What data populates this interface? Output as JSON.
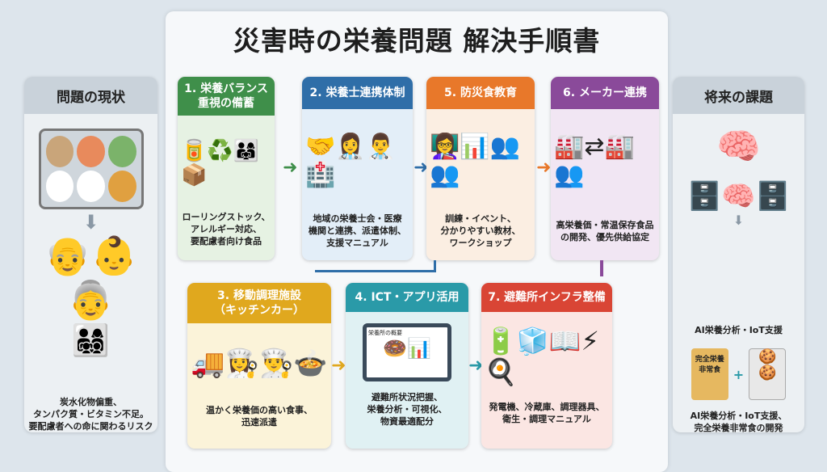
{
  "title": "災害時の栄養問題 解決手順書",
  "left": {
    "header": "問題の現状",
    "text": [
      "炭水化物偏重、",
      "タンパク質・ビタミン不足。",
      "要配慮者への命に関わるリスク"
    ]
  },
  "right": {
    "header": "将来の課題",
    "caption": "AI栄養分析・IoT支援",
    "text": [
      "AI栄養分析・IoT支援、",
      "完全栄養非常食の開発"
    ],
    "pack_label": "完全栄養 非常食"
  },
  "steps": [
    {
      "title": [
        "1. 栄養バランス",
        "重視の備蓄"
      ],
      "text": [
        "ローリングストック、",
        "アレルギー対応、",
        "要配慮者向け食品"
      ],
      "color": "#3f8f4a",
      "bg": "#e6f2e3"
    },
    {
      "title": [
        "2. 栄養士連携体制"
      ],
      "text": [
        "地域の栄養士会・医療",
        "機関と連携、派遣体制、",
        "支援マニュアル"
      ],
      "color": "#2f6ea8",
      "bg": "#e3eef8"
    },
    {
      "title": [
        "5. 防災食教育"
      ],
      "text": [
        "訓練・イベント、",
        "分かりやすい教材、",
        "ワークショップ"
      ],
      "color": "#e8782a",
      "bg": "#fbeee2"
    },
    {
      "title": [
        "6. メーカー連携"
      ],
      "text": [
        "高栄養価・常温保存食品",
        "の開発、優先供給協定"
      ],
      "color": "#8a4a9a",
      "bg": "#f1e6f3"
    },
    {
      "title": [
        "3. 移動調理施設",
        "（キッチンカー）"
      ],
      "text": [
        "温かく栄養価の高い食事、",
        "迅速派遣"
      ],
      "color": "#e0a81e",
      "bg": "#fbf3d9"
    },
    {
      "title": [
        "4. ICT・アプリ活用"
      ],
      "text": [
        "避難所状況把握、",
        "栄養分析・可視化、",
        "物資最適配分"
      ],
      "color": "#2a9aa8",
      "bg": "#e0f1f3"
    },
    {
      "title": [
        "7. 避難所インフラ整備"
      ],
      "text": [
        "発電機、冷蔵庫、調理器具、",
        "衛生・調理マニュアル"
      ],
      "color": "#d94535",
      "bg": "#fbe6e3"
    }
  ],
  "tablet_label": "栄養所の概要"
}
